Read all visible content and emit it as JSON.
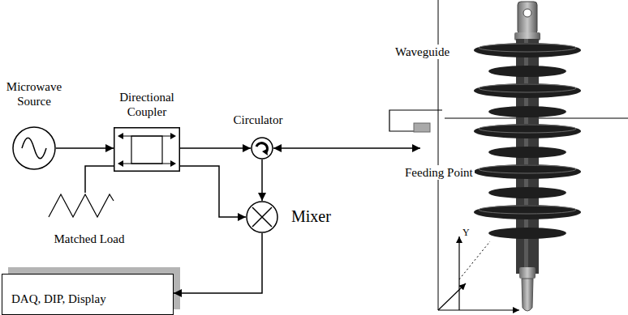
{
  "diagram": {
    "nodes": [
      {
        "text": [
          "Microwave Source"
        ]
      },
      {
        "text": [
          "Directional Coupler"
        ]
      },
      {
        "text": [
          "Circulator"
        ]
      },
      {
        "text": [
          "Matched Load"
        ]
      },
      {
        "text": [
          "Mixer"
        ]
      },
      {
        "text": [
          "DAQ, DIP, Display"
        ]
      },
      {
        "text": [
          "Waveguide"
        ]
      }
    ],
    "edges": [
      {
        "from": 0,
        "to": 1,
        "arrow": "to"
      },
      {
        "from": 1,
        "to": 2,
        "arrow": "to"
      },
      {
        "from": 1,
        "to": 3,
        "arrow": "none"
      },
      {
        "from": 1,
        "to": 4,
        "arrow": "to"
      },
      {
        "from": 2,
        "to": 4,
        "arrow": "to"
      },
      {
        "from": 2,
        "to": 6,
        "arrow": "both"
      },
      {
        "from": 4,
        "to": 5,
        "arrow": "to"
      }
    ],
    "labels": [
      "Feeding Point",
      "Y"
    ]
  }
}
